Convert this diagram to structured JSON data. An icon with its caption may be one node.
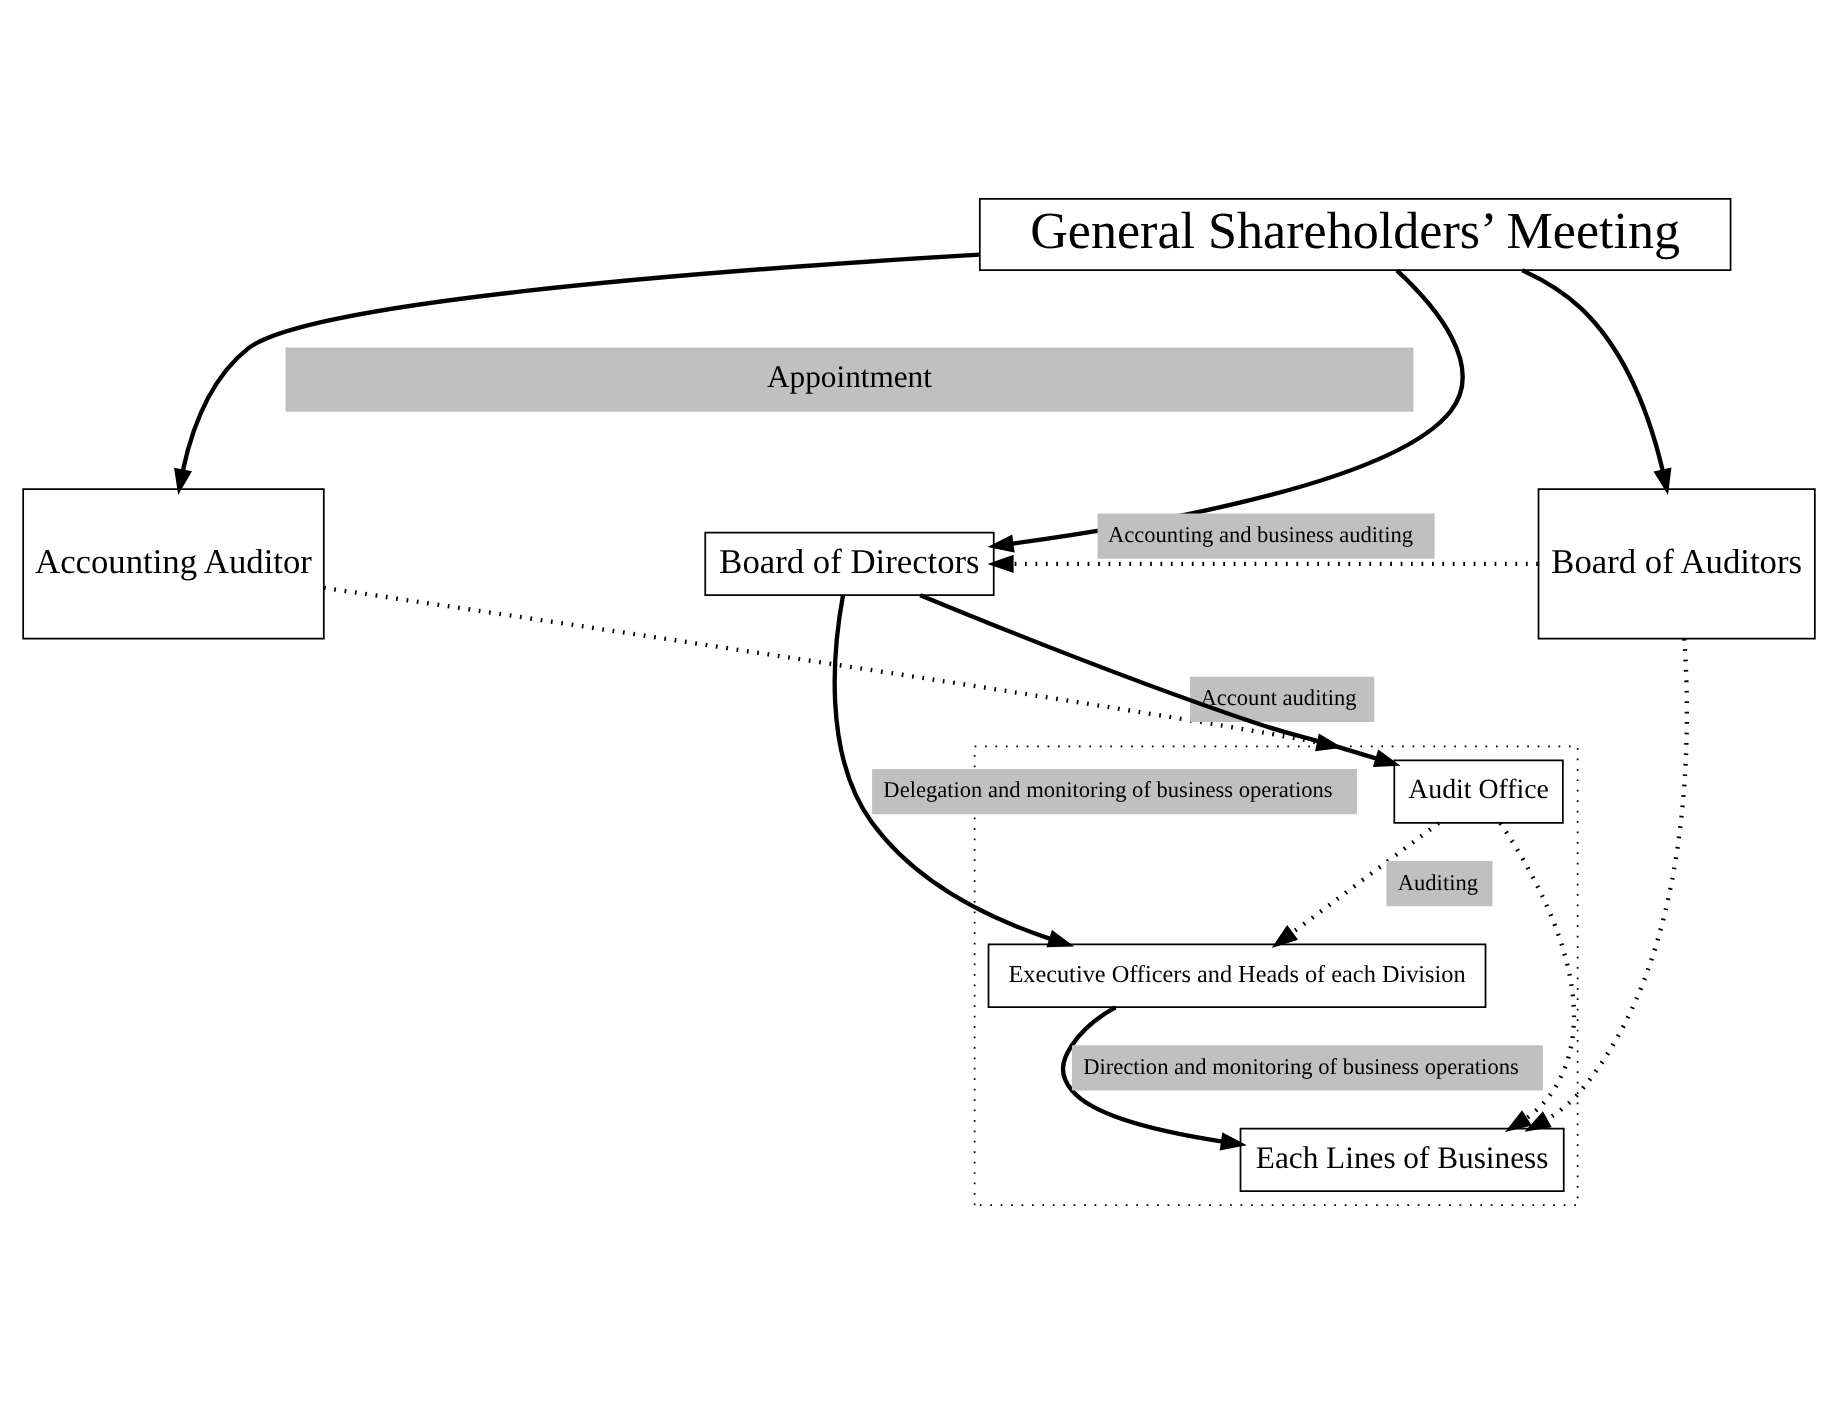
{
  "diagram": {
    "nodes": [
      {
        "text": [
          "General Shareholders’ Meeting"
        ]
      },
      {
        "text": [
          "Appointment"
        ]
      },
      {
        "text": [
          "Accounting Auditor"
        ]
      },
      {
        "text": [
          "Board of Directors"
        ]
      },
      {
        "text": [
          "Board of Auditors"
        ]
      },
      {
        "text": [],
        "shape": "box"
      },
      {
        "text": [
          "Audit Office"
        ],
        "in": 5
      },
      {
        "text": [
          "Executive Officers and Heads of each Division"
        ],
        "in": 5
      },
      {
        "text": [
          "Each Lines of Business"
        ],
        "in": 5
      }
    ],
    "edges": [
      {
        "from": 0,
        "to": 2,
        "arrow": "to"
      },
      {
        "from": 0,
        "to": 3,
        "arrow": "to"
      },
      {
        "from": 0,
        "to": 4,
        "arrow": "to"
      },
      {
        "from": 3,
        "to": 7,
        "arrow": "to",
        "label": "Delegation and monitoring of business operations"
      },
      {
        "from": 3,
        "to": 6,
        "arrow": "to"
      },
      {
        "from": 7,
        "to": 8,
        "arrow": "to",
        "label": "Direction and monitoring of business operations"
      },
      {
        "from": 2,
        "to": 5,
        "arrow": "to",
        "style": "dashed",
        "label": "Account auditing"
      },
      {
        "from": 6,
        "to": 7,
        "arrow": "to",
        "style": "dashed",
        "label": "Auditing"
      },
      {
        "from": 6,
        "to": 8,
        "arrow": "to",
        "style": "dashed"
      },
      {
        "from": 4,
        "to": 3,
        "arrow": "to",
        "style": "dashed",
        "label": "Accounting and business auditing"
      },
      {
        "from": 4,
        "to": 8,
        "arrow": "to",
        "style": "dashed"
      }
    ]
  }
}
